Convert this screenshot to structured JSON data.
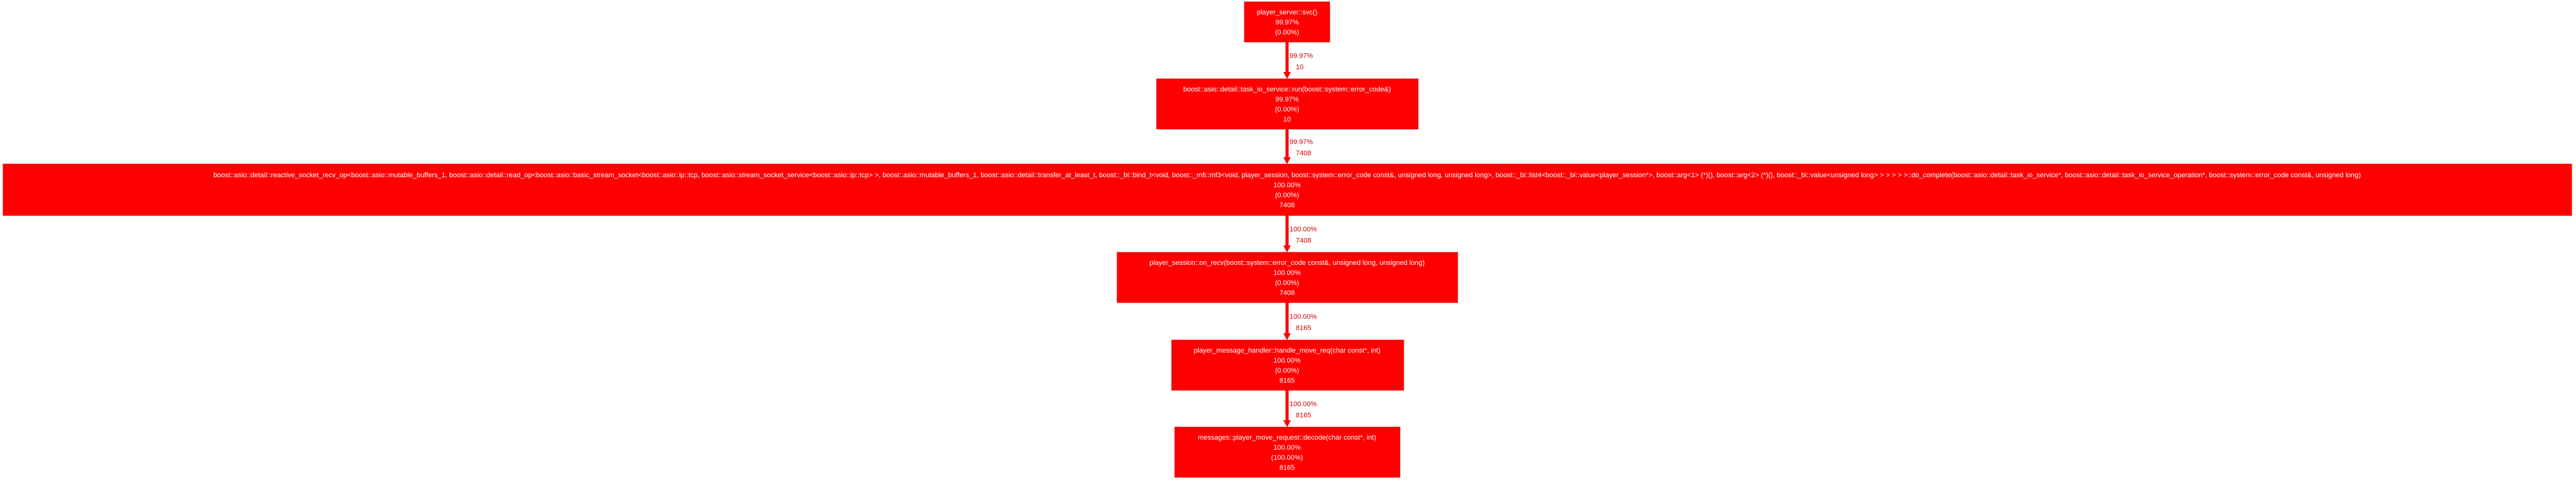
{
  "graph": {
    "node_color": "#ff0000",
    "edge_color": "#ff0000",
    "text_color": "#ffffff",
    "edge_label_color": "#cc0000",
    "nodes": [
      {
        "id": "n1",
        "name": "player_server::svc()",
        "percent": "99.97%",
        "self": "(0.00%)",
        "samples": ""
      },
      {
        "id": "n2",
        "name": "boost::asio::detail::task_io_service::run(boost::system::error_code&)",
        "percent": "99.97%",
        "self": "(0.00%)",
        "samples": "10"
      },
      {
        "id": "n3",
        "name": "boost::asio::detail::reactive_socket_recv_op<boost::asio::mutable_buffers_1, boost::asio::detail::read_op<boost::asio::basic_stream_socket<boost::asio::ip::tcp, boost::asio::stream_socket_service<boost::asio::ip::tcp> >, boost::asio::mutable_buffers_1, boost::asio::detail::transfer_at_least_t, boost::_bi::bind_t<void, boost::_mfi::mf3<void, player_session, boost::system::error_code const&, unsigned long, unsigned long>, boost::_bi::list4<boost::_bi::value<player_session*>, boost::arg<1> (*)(), boost::arg<2> (*)(), boost::_bi::value<unsigned long> > > > > >::do_complete(boost::asio::detail::task_io_service*, boost::asio::detail::task_io_service_operation*, boost::system::error_code const&, unsigned long)",
        "percent": "100.00%",
        "self": "(0.00%)",
        "samples": "7408"
      },
      {
        "id": "n4",
        "name": "player_session::on_recv(boost::system::error_code const&, unsigned long, unsigned long)",
        "percent": "100.00%",
        "self": "(0.00%)",
        "samples": "7408"
      },
      {
        "id": "n5",
        "name": "player_message_handler::handle_move_req(char const*, int)",
        "percent": "100.00%",
        "self": "(0.00%)",
        "samples": "8165"
      },
      {
        "id": "n6",
        "name": "messages::player_move_request::decode(char const*, int)",
        "percent": "100.00%",
        "self": "(100.00%)",
        "samples": "8165"
      }
    ],
    "edges": [
      {
        "from": "n1",
        "to": "n2",
        "percent": "99.97%",
        "samples": "10"
      },
      {
        "from": "n2",
        "to": "n3",
        "percent": "99.97%",
        "samples": "7408"
      },
      {
        "from": "n3",
        "to": "n4",
        "percent": "100.00%",
        "samples": "7408"
      },
      {
        "from": "n4",
        "to": "n5",
        "percent": "100.00%",
        "samples": "8165"
      },
      {
        "from": "n5",
        "to": "n6",
        "percent": "100.00%",
        "samples": "8165"
      }
    ]
  }
}
